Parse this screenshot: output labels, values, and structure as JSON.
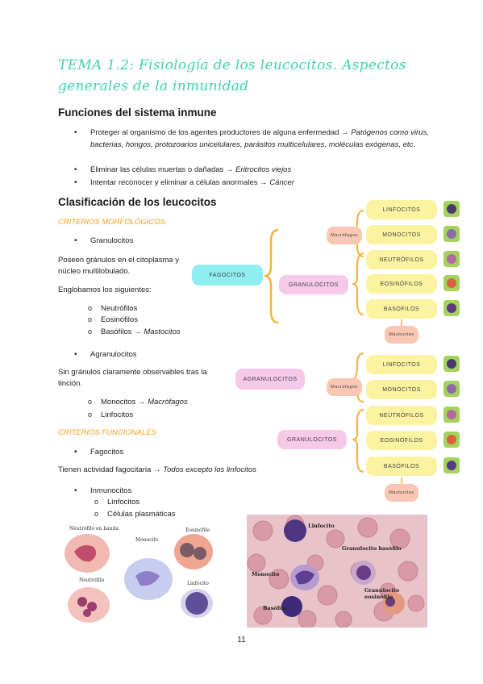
{
  "title": "TEMA 1.2: Fisiología de los leucocitos. Aspectos generales de la inmunidad",
  "section1": {
    "heading": "Funciones del sistema inmune",
    "items": [
      {
        "text": "Proteger al organismo de los agentes productores de alguna enfermedad → ",
        "em": "Patógenos como virus, bacterias, hongos, protozoarios unicelulares, parásitos multicelulares, moléculas exógenas, etc."
      },
      {
        "text": "Eliminar las células muertas o dañadas → ",
        "em": "Eritrocitos viejos"
      },
      {
        "text": "Intentar reconocer y eliminar a células anormales → ",
        "em": "Cáncer"
      }
    ]
  },
  "section2": {
    "heading": "Clasificación de los leucocitos",
    "crit_morph": "CRITERIOS MORFOLÓGICOS",
    "granulocitos": "Granulocitos",
    "gran_desc": "Poseen gránulos en el citoplasma y núcleo multilobulado.",
    "englobamos": "Englobamos los siguientes:",
    "gran_list": [
      "Neutrófilos",
      "Eosinófilos",
      "Basófilos → "
    ],
    "mastocitos": "Mastocitos",
    "agranulocitos": "Agranulocitos",
    "agran_desc": "Sin gránulos claramente observables tras la tinción.",
    "agran_list_1": "Monocitos → ",
    "macrofagos": "Macrófagos",
    "agran_list_2": "Linfocitos",
    "crit_func": "CRITERIOS FUNCIONALES",
    "fagocitos": "Fagocitos",
    "fago_desc": "Tienen actividad fagocitaria → ",
    "fago_em": "Todos excepto los linfocitos",
    "inmunocitos": "Inmunocitos",
    "inmuno_list": [
      "Linfocitos",
      "Células plasmáticas"
    ]
  },
  "diagram1": {
    "fagocitos": "FAGOCITOS",
    "granulocitos": "GRANULOCITOS",
    "macrofagos": "Macrófagos",
    "linfocitos": "LINFOCITOS",
    "monocitos": "MONOCITOS",
    "neutrofilos": "NEUTRÓFILOS",
    "eosinofilos": "EOSINÓFILOS",
    "basofilos": "BASÓFILOS",
    "mastocitos": "Mastocitos"
  },
  "diagram2": {
    "agranulocitos": "AGRANULOCITOS",
    "granulocitos": "GRANULOCITOS",
    "macrofagos": "Macrófagos",
    "linfocitos": "LINFOCITOS",
    "monocitos": "MONOCITOS",
    "neutrofilos": "NEUTRÓFILOS",
    "eosinofilos": "EOSINÓFILOS",
    "basofilos": "BASÓFILOS",
    "mastocitos": "Mastocitos"
  },
  "figure1": {
    "neutrofilo_banda": "Neutrófilo en banda",
    "monocito": "Monocito",
    "eosinofilo": "Eosinófilo",
    "neutrofilo": "Neutrófilo",
    "linfocito": "Linfocito"
  },
  "figure2": {
    "linfocito": "Linfocito",
    "gran_basofilo": "Granulocito basófilo",
    "monocito": "Monocito",
    "basofilo": "Basófilo",
    "gran_eosinofilo": "Granulocito eosinófilo"
  },
  "page_number": "11"
}
